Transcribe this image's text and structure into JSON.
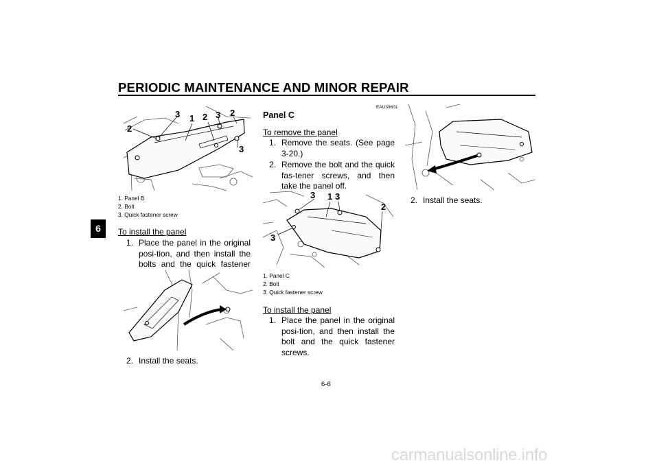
{
  "header": {
    "title": "PERIODIC MAINTENANCE AND MINOR REPAIR"
  },
  "side_tab": "6",
  "column1": {
    "figure_callouts": [
      "3",
      "1",
      "2",
      "3",
      "2",
      "2",
      "3"
    ],
    "captions": [
      "1. Panel B",
      "2. Bolt",
      "3. Quick fastener screw"
    ],
    "install_heading": "To install the panel",
    "install_steps": [
      {
        "num": "1.",
        "text": "Place the panel in the original posi-tion, and then install the bolts and the quick fastener screws."
      }
    ],
    "final_step": {
      "num": "2.",
      "text": "Install the seats."
    }
  },
  "column2": {
    "code": "EAU39601",
    "title": "Panel C",
    "remove_heading": "To remove the panel",
    "remove_steps": [
      {
        "num": "1.",
        "text": "Remove the seats. (See page 3-20.)"
      },
      {
        "num": "2.",
        "text": "Remove the bolt and the quick fas-tener screws, and then take the panel off."
      }
    ],
    "figure_callouts": [
      "3",
      "1",
      "3",
      "2",
      "3"
    ],
    "captions": [
      "1. Panel C",
      "2. Bolt",
      "3. Quick fastener screw"
    ],
    "install_heading": "To install the panel",
    "install_steps": [
      {
        "num": "1.",
        "text": "Place the panel in the original posi-tion, and then install the bolt and the quick fastener screws."
      }
    ]
  },
  "column3": {
    "final_step": {
      "num": "2.",
      "text": "Install the seats."
    }
  },
  "page_number": "6-6",
  "footer": "carmanualsonline.info"
}
